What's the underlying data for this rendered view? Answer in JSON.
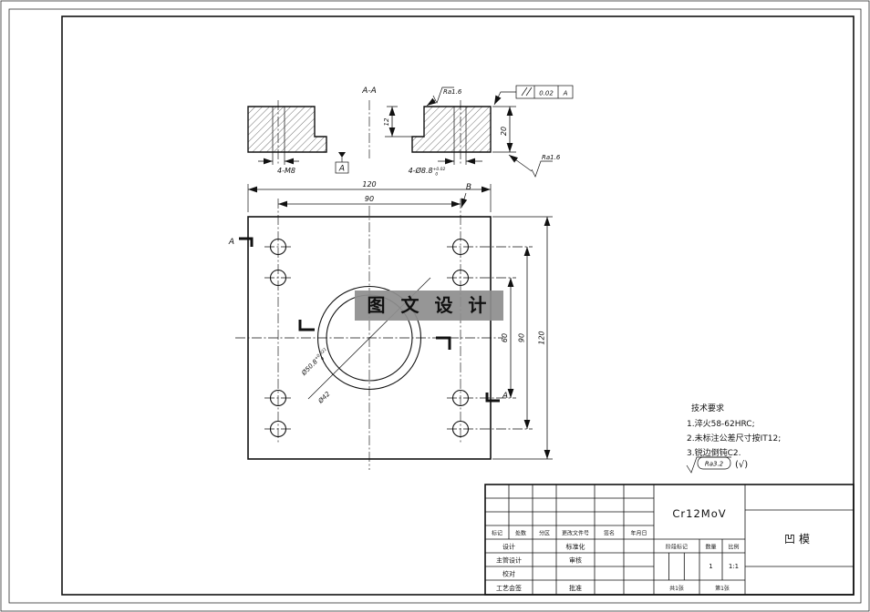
{
  "watermark": {
    "text": "图 文 设 计"
  },
  "section_view": {
    "label": "A-A",
    "dims": {
      "counterbore_depth": "12",
      "plate_thickness": "20",
      "left_holes": "4-M8",
      "right_holes": "4-Ø8.8",
      "right_holes_tol_upper": "+0.02",
      "right_holes_tol_lower": "0"
    },
    "datum": "A",
    "roughness_top": "Ra1.6",
    "roughness_bottom": "Ra1.6",
    "tolerance_frame": {
      "value": "0.02",
      "datum": "A"
    }
  },
  "plan_view": {
    "dims": {
      "overall_width": "120",
      "hole_span_x": "90",
      "inner_hole_span_y": "60",
      "outer_hole_span_y": "90",
      "overall_height": "120",
      "bore": "Ø50.8",
      "bore_tol_upper": "+0.021",
      "bore_tol_lower": "0",
      "inner_bore": "Ø42"
    },
    "section_arrow_left": "A",
    "section_arrow_right": "A",
    "view_label": "B"
  },
  "tech_requirements": {
    "title": "技术要求",
    "items": [
      "1.淬火58-62HRC;",
      "2.未标注公差尺寸按IT12;",
      "3.锐边倒钝C2."
    ],
    "default_roughness": "Ra3.2",
    "default_roughness_suffix": "(√)"
  },
  "title_block": {
    "material": "Cr12MoV",
    "part_name": "凹模",
    "revision_headers": [
      "标记",
      "处数",
      "分区",
      "更改文件号",
      "签名",
      "年月日"
    ],
    "left_labels": [
      "设计",
      "主管设计",
      "校对",
      "工艺会签"
    ],
    "mid_labels": [
      "标准化",
      "审核",
      "批准"
    ],
    "stage_header": "阶段标记",
    "qty_header": "数量",
    "scale_header": "比例",
    "quantity": "1",
    "scale": "1:1",
    "sheet_total": "共1张",
    "sheet_number": "第1张"
  }
}
